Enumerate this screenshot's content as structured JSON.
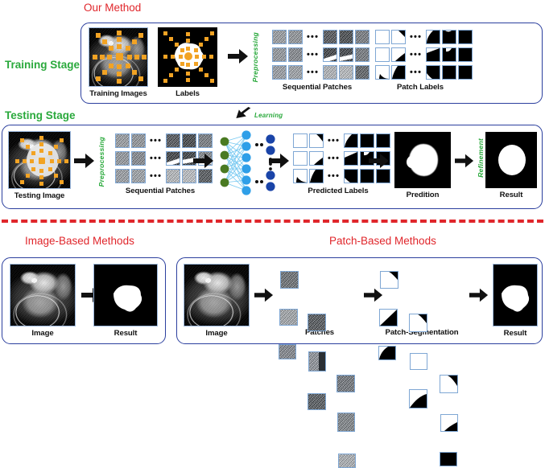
{
  "figure": {
    "headings": {
      "our_method": "Our Method",
      "image_based": "Image-Based Methods",
      "patch_based": "Patch-Based Methods"
    },
    "stages": {
      "training": "Training Stage",
      "testing": "Testing Stage"
    },
    "process_labels": {
      "preprocessing": "Preprocessing",
      "learning": "Learning",
      "refinement": "Refinement"
    }
  },
  "training_stage": {
    "captions": {
      "training_images": "Training Images",
      "labels": "Labels",
      "sequential_patches": "Sequential Patches",
      "patch_labels": "Patch Labels"
    },
    "ellipsis": "•••",
    "patch_rows": 3,
    "patches_left_per_row": 2,
    "patches_right_per_row": 3,
    "label_left_per_row": 2,
    "label_right_per_row": 3
  },
  "testing_stage": {
    "captions": {
      "testing_image": "Testing Image",
      "sequential_patches": "Sequential Patches",
      "predicted_labels": "Predicted Labels",
      "prediction": "Predition",
      "result": "Result"
    },
    "ellipsis": "•••",
    "network": {
      "input_nodes": 4,
      "hidden_nodes": 6,
      "output_nodes": 5,
      "input_color": "#4a7a22",
      "hidden_color": "#2f9fe8",
      "output_color": "#1a44a8",
      "edge_color": "#6dc5f0"
    }
  },
  "image_based_methods": {
    "captions": {
      "image": "Image",
      "result": "Result"
    }
  },
  "patch_based_methods": {
    "captions": {
      "image": "Image",
      "patches": "Patches",
      "patch_segmentation": "Patch-Segmentation",
      "result": "Result"
    }
  },
  "colors": {
    "heading_red": "#e0262b",
    "stage_green": "#2aa93c",
    "panel_border_blue": "#2b3f9e",
    "patch_border_blue": "#7fa7d4",
    "annotation_orange": "#f2a324",
    "divider_red": "#e0262b"
  }
}
